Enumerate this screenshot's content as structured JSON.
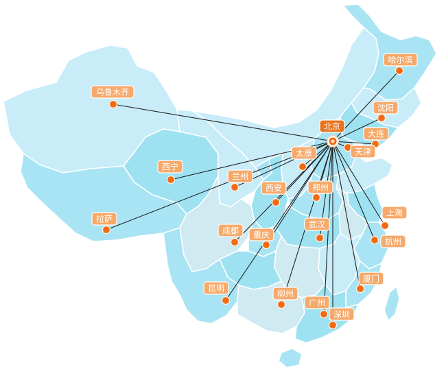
{
  "map": {
    "hub": {
      "id": "beijing",
      "name": "北京"
    },
    "colors": {
      "route": "#222222",
      "dot": "#f26b12",
      "label_bg": "#f6a96a",
      "label_hub": "#e8731e",
      "region_light": "#c8ecf8",
      "region_mid": "#a8e4f4",
      "region_pale": "#cfeaf0",
      "region_deep": "#9ee2f2"
    },
    "cities": [
      {
        "id": "harbin",
        "name": "哈尔滨"
      },
      {
        "id": "urumqi",
        "name": "乌鲁木齐"
      },
      {
        "id": "shenyang",
        "name": "沈阳"
      },
      {
        "id": "dalian",
        "name": "大连"
      },
      {
        "id": "tianjin",
        "name": "天津"
      },
      {
        "id": "taiyuan",
        "name": "太原"
      },
      {
        "id": "xining",
        "name": "西宁"
      },
      {
        "id": "lanzhou",
        "name": "兰州"
      },
      {
        "id": "xian",
        "name": "西安"
      },
      {
        "id": "zhengzhou",
        "name": "郑州"
      },
      {
        "id": "lhasa",
        "name": "拉萨"
      },
      {
        "id": "shanghai",
        "name": "上海"
      },
      {
        "id": "chengdu",
        "name": "成都"
      },
      {
        "id": "chongqing",
        "name": "重庆"
      },
      {
        "id": "wuhan",
        "name": "武汉"
      },
      {
        "id": "hangzhou",
        "name": "杭州"
      },
      {
        "id": "xiamen",
        "name": "厦门"
      },
      {
        "id": "kunming",
        "name": "昆明"
      },
      {
        "id": "liuzhou",
        "name": "柳州"
      },
      {
        "id": "guangzhou",
        "name": "广州"
      },
      {
        "id": "shenzhen",
        "name": "深圳"
      }
    ]
  }
}
